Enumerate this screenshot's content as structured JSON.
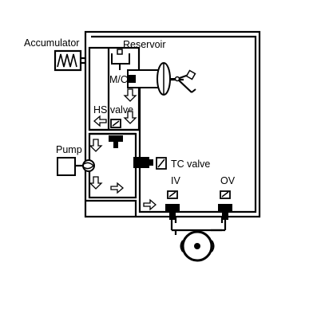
{
  "labels": {
    "accumulator": "Accumulator",
    "reservoir": "Reservoir",
    "master_cylinder": "M/C",
    "hs_valve": "HS valve",
    "pump": "Pump",
    "tc_valve": "TC valve",
    "iv": "IV",
    "ov": "OV"
  }
}
